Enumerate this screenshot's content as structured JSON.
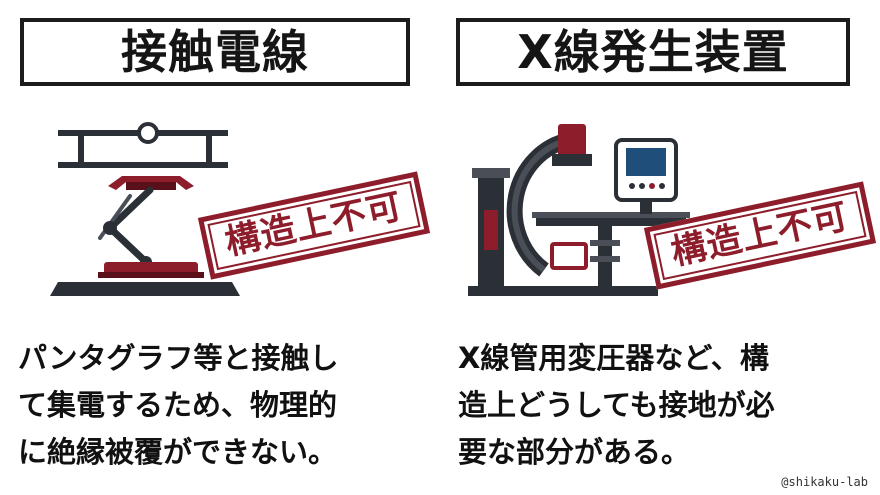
{
  "left": {
    "title": "接触電線",
    "stamp": "構造上不可",
    "description_lines": [
      "パンタグラフ等と接触し",
      "て集電するため、物理的",
      "に絶縁被覆ができない。"
    ]
  },
  "right": {
    "title": "X線発生装置",
    "stamp": "構造上不可",
    "description_lines": [
      "X線管用変圧器など、構",
      "造上どうしても接地が必",
      "要な部分がある。"
    ]
  },
  "credit": "@shikaku-lab",
  "colors": {
    "accent": "#8e1d2b",
    "dark": "#2b2f36",
    "grey": "#4a4f57",
    "screen": "#1f4e7a"
  },
  "icons": [
    "pantograph-icon",
    "xray-machine-icon"
  ]
}
